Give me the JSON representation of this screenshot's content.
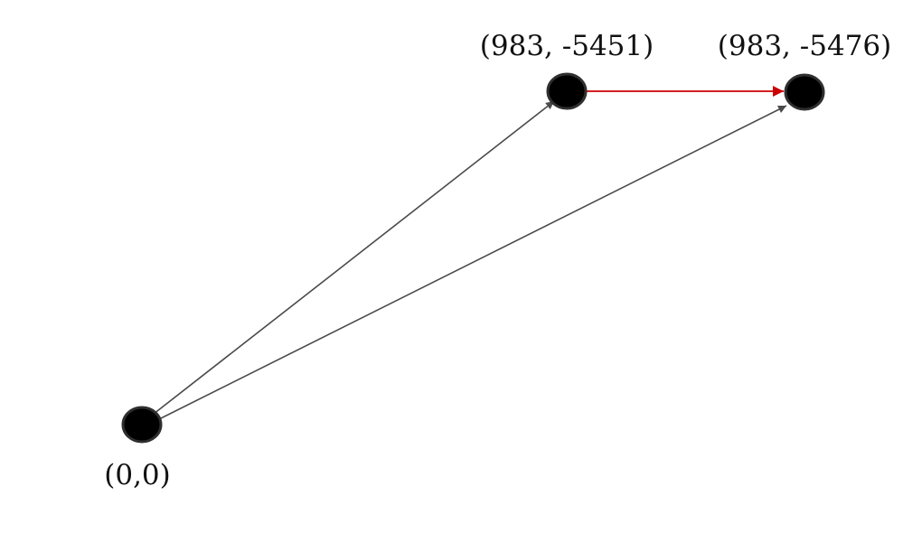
{
  "diagram": {
    "nodes": [
      {
        "id": "origin",
        "label": "(0,0)"
      },
      {
        "id": "point-a",
        "label": "(983, -5451)"
      },
      {
        "id": "point-b",
        "label": "(983, -5476)"
      }
    ],
    "edges": [
      {
        "from": "origin",
        "to": "point-a",
        "color": "#4a4a4a"
      },
      {
        "from": "origin",
        "to": "point-b",
        "color": "#4a4a4a"
      },
      {
        "from": "point-a",
        "to": "point-b",
        "color": "#cc0000"
      }
    ],
    "colors": {
      "node_fill": "#000000",
      "node_stroke": "#2f2f2f",
      "edge_default": "#4a4a4a",
      "edge_highlight": "#cc0000",
      "label": "#111111"
    }
  }
}
